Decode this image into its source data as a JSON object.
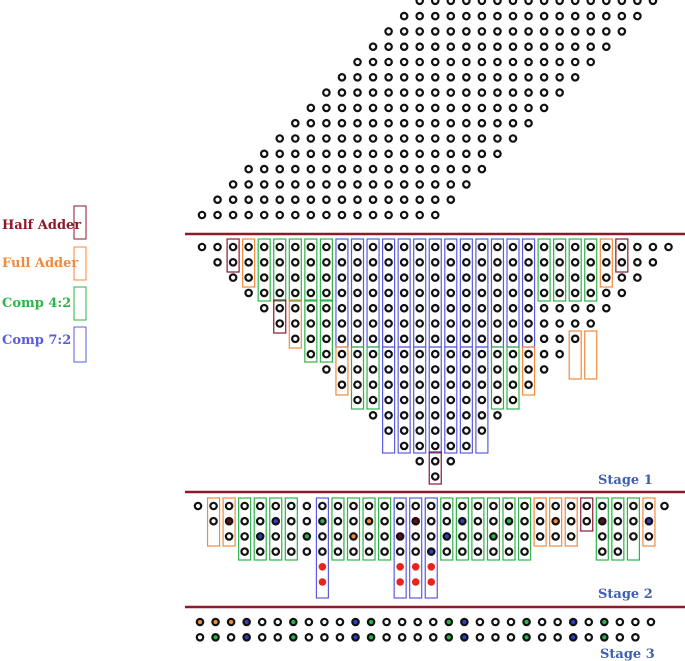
{
  "legend": {
    "half_adder": {
      "label": "Half Adder",
      "color": "#8b1a2b"
    },
    "full_adder": {
      "label": "Full Adder",
      "color": "#f28a3c"
    },
    "comp_4_2": {
      "label": "Comp 4:2",
      "color": "#2fb34a"
    },
    "comp_7_2": {
      "label": "Comp 7:2",
      "color": "#5a5ce0"
    }
  },
  "stages": {
    "stage1": "Stage 1",
    "stage2": "Stage 2",
    "stage3": "Stage 3"
  },
  "colors": {
    "divider": "#8b1a2b",
    "stage_text": "#3f5fb0",
    "dot_ring": "#111111",
    "dot_red": "#e8231d",
    "dot_orange": "#f28a3c",
    "dot_green": "#2fb34a",
    "dot_blue": "#3040c0",
    "dot_darkred": "#6b0d1a"
  }
}
